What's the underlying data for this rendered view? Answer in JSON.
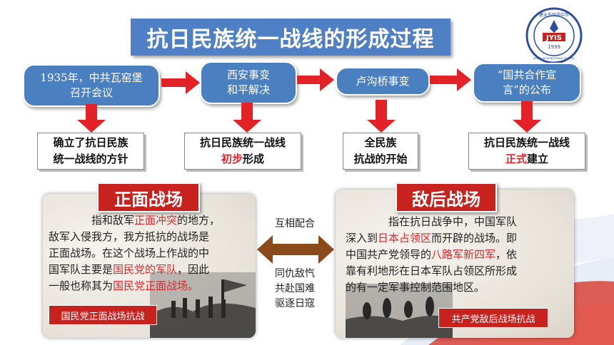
{
  "title": "抗日民族统一战线的形成过程",
  "logo": {
    "text_top": "建业外国语中学",
    "text_main": "JYIS",
    "text_year": "1999",
    "text_en": "JIANYE INTERNATIONAL SCHOOL"
  },
  "events": [
    {
      "line1": "1935年，中共瓦窑堡",
      "line2": "召开会议"
    },
    {
      "line1": "西安事变",
      "line2": "和平解决"
    },
    {
      "line1": "卢沟桥事变",
      "line2": ""
    },
    {
      "line1": "“国共合作宣",
      "line2": "言”的公布"
    }
  ],
  "results": [
    {
      "line1": "确立了抗日民族",
      "line2": "统一战线的方针"
    },
    {
      "line1": "抗日民族统一战线",
      "line2_red": "初步",
      "line2_rest": "形成"
    },
    {
      "line1": "全民族",
      "line2": "抗战的开始"
    },
    {
      "line1": "抗日民族统一战线",
      "line2_red": "正式",
      "line2_rest": "建立"
    }
  ],
  "front": {
    "heading": "正面战场",
    "t1": "指和敌军",
    "t1_red": "正面冲突",
    "t1_rest": "的地方，",
    "l2": "敌军入侵我方，我方抵抗的战场是",
    "l3": "正面战场。在这个战场上作战的中",
    "l4a": "国军队主要是",
    "l4_red": "国民党的军队",
    "l4b": "，因此",
    "l5a": "一般也称其为",
    "l5_red": "国民党正面战场。",
    "caption": "国民党正面战场抗战"
  },
  "rear": {
    "heading": "敌后战场",
    "l1": "指在抗日战争中，中国军队",
    "l2a": "深入到",
    "l2_red": "日本占领区",
    "l2b": "而开辟的战场。即",
    "l3a": "中国共产党领导的",
    "l3_red": "八路军新四军",
    "l3b": "，依",
    "l4": "靠有利地形在日本军队占领区所形成",
    "l5": "的有一定军事控制范围地区。",
    "caption": "共产党敌后战场抗战"
  },
  "middle": {
    "top": "互相配合",
    "b1": "同仇敌忾",
    "b2": "共赴国难",
    "b3": "驱逐日寇"
  },
  "colors": {
    "accent_blue": "#4a7fc0",
    "arrow_red": "#e32227",
    "heading_red": "#c8221f",
    "text_red": "#e0262b",
    "double_arrow": "#8b4a1a"
  }
}
